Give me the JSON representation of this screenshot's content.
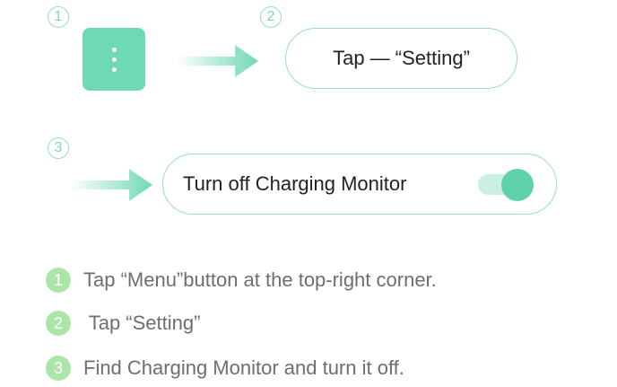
{
  "steps": {
    "step1_num": "1",
    "step2_num": "2",
    "step3_num": "3"
  },
  "step2": {
    "pill_text": "Tap — “Setting”"
  },
  "step3": {
    "pill_text": "Turn off Charging Monitor",
    "toggle_state": "on"
  },
  "instructions": [
    {
      "num": "1",
      "text": "Tap “Menu”button at the top-right corner."
    },
    {
      "num": "2",
      "text": " Tap “Setting”"
    },
    {
      "num": "3",
      "text": "Find Charging Monitor and turn it off."
    }
  ],
  "colors": {
    "accent": "#6fd8b7",
    "outline": "#8fe0c6",
    "badge": "#abe6a8"
  },
  "icons": {
    "menu": "vertical-ellipsis-icon",
    "arrow": "arrow-right-icon"
  }
}
